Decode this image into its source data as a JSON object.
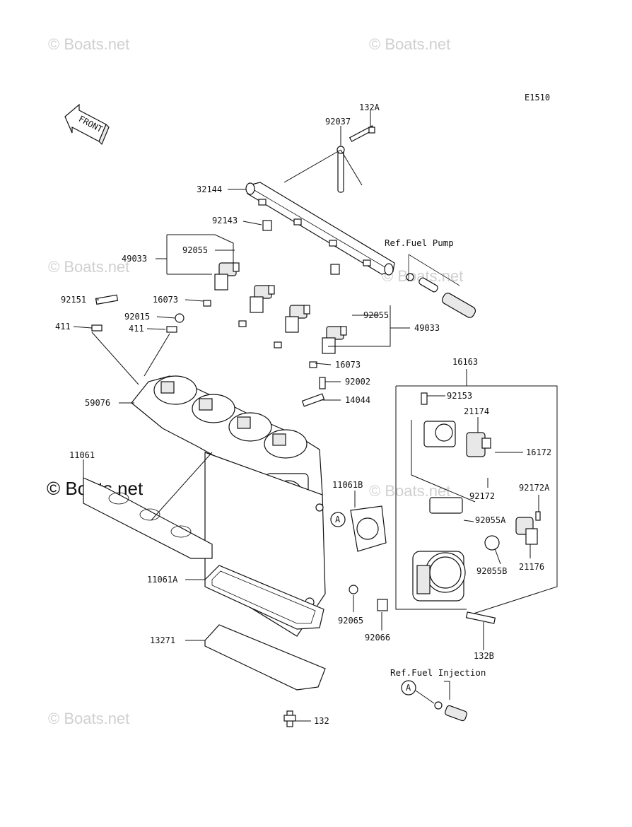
{
  "diagram_code": "E1510",
  "front_label": "FRONT",
  "watermarks": [
    "© Boats.net",
    "© Boats.net",
    "© Boats.net",
    "© Boats.net",
    "© Boats.net",
    "© Boats.net",
    "© Boats.net"
  ],
  "refs": {
    "fuel_pump": "Ref.Fuel Pump",
    "fuel_injection": "Ref.Fuel Injection",
    "marker_a": "A"
  },
  "parts": {
    "p132A": "132A",
    "p92037": "92037",
    "p32144": "32144",
    "p92143": "92143",
    "p92055_top": "92055",
    "p49033_left": "49033",
    "p16073_top": "16073",
    "p92151": "92151",
    "p92015": "92015",
    "p411_left": "411",
    "p411_mid": "411",
    "p92055_right": "92055",
    "p49033_right": "49033",
    "p16073_bottom": "16073",
    "p16163": "16163",
    "p92002": "92002",
    "p14044": "14044",
    "p59076": "59076",
    "p92153": "92153",
    "p21174": "21174",
    "p16172": "16172",
    "p11061": "11061",
    "p11061B": "11061B",
    "p92172": "92172",
    "p92172A": "92172A",
    "p92055A": "92055A",
    "p21176": "21176",
    "p92055B": "92055B",
    "p11061A": "11061A",
    "p92065": "92065",
    "p92066": "92066",
    "p132B": "132B",
    "p13271": "13271",
    "p132": "132"
  }
}
